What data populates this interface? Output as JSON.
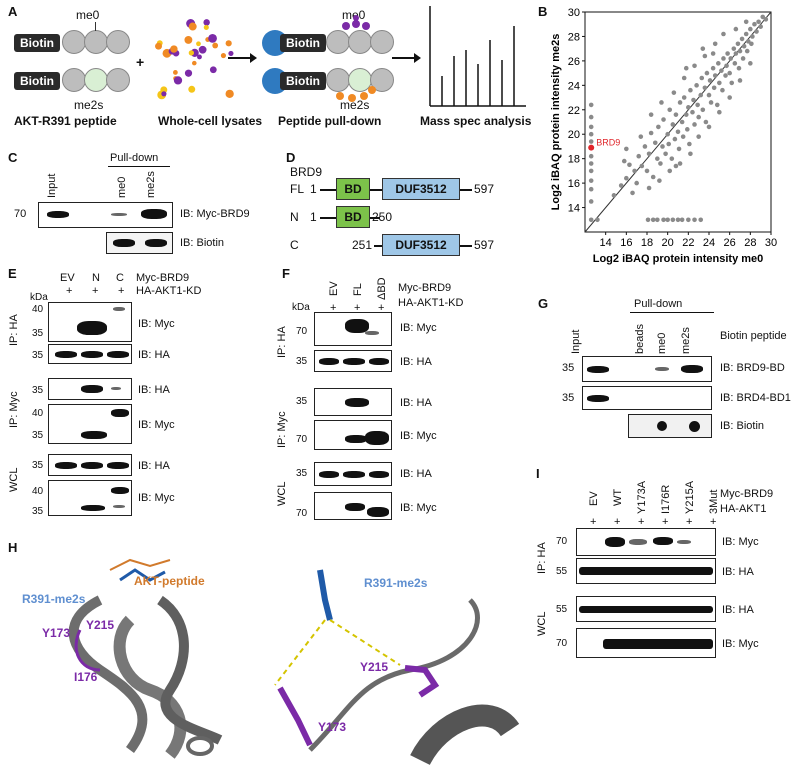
{
  "panels": {
    "A": {
      "label": "A",
      "biotin": "Biotin",
      "me0": "me0",
      "me2s": "me2s",
      "plus": "+",
      "captions": [
        "AKT-R391 peptide",
        "Whole-cell lysates",
        "Peptide pull-down",
        "Mass spec analysis"
      ]
    },
    "B": {
      "label": "B",
      "highlight": "BRD9"
    },
    "C": {
      "label": "C",
      "header": "Pull-down",
      "lanes": [
        "Input",
        "me0",
        "me2s"
      ],
      "kda": "70",
      "blots": [
        "IB: Myc-BRD9",
        "IB: Biotin"
      ]
    },
    "D": {
      "label": "D",
      "protein": "BRD9",
      "constructs": [
        {
          "name": "FL",
          "start": "1",
          "end": "597",
          "domains": [
            "BD",
            "DUF3512"
          ]
        },
        {
          "name": "N",
          "start": "1",
          "end": "250",
          "domains": [
            "BD"
          ]
        },
        {
          "name": "C",
          "start": "251",
          "end": "597",
          "domains": [
            "DUF3512"
          ]
        }
      ]
    },
    "E": {
      "label": "E",
      "lanes": [
        "EV",
        "N",
        "C"
      ],
      "rows": [
        "Myc-BRD9",
        "HA-AKT1-KD"
      ],
      "plus": "+",
      "kda": "kDa",
      "sections": [
        "IP: HA",
        "IP: Myc",
        "WCL"
      ],
      "markers": [
        "40",
        "35",
        "35",
        "35",
        "40",
        "35",
        "35",
        "40",
        "35"
      ],
      "blots": [
        "IB: Myc",
        "IB: HA",
        "IB: HA",
        "IB: Myc",
        "IB: HA",
        "IB: Myc"
      ]
    },
    "F": {
      "label": "F",
      "lanes": [
        "EV",
        "FL",
        "ΔBD"
      ],
      "rows": [
        "Myc-BRD9",
        "HA-AKT1-KD"
      ],
      "plus": "+",
      "kda": "kDa",
      "sections": [
        "IP: HA",
        "IP: Myc",
        "WCL"
      ],
      "markers": [
        "70",
        "35",
        "35",
        "70",
        "35",
        "70"
      ],
      "blots": [
        "IB: Myc",
        "IB: HA",
        "IB: HA",
        "IB: Myc",
        "IB: HA",
        "IB: Myc"
      ]
    },
    "G": {
      "label": "G",
      "header": "Pull-down",
      "lanes": [
        "Input",
        "beads",
        "me0",
        "me2s"
      ],
      "side": "Biotin peptide",
      "markers": [
        "35",
        "35"
      ],
      "blots": [
        "IB: BRD9-BD",
        "IB: BRD4-BD1",
        "IB: Biotin"
      ]
    },
    "H": {
      "label": "H",
      "peptide": "AKT-peptide",
      "r391": "R391-me2s",
      "residues": [
        "Y173",
        "Y215",
        "I176"
      ]
    },
    "I": {
      "label": "I",
      "lanes": [
        "EV",
        "WT",
        "Y173A",
        "I176R",
        "Y215A",
        "3Mut"
      ],
      "rows": [
        "Myc-BRD9",
        "HA-AKT1"
      ],
      "plus": "+",
      "sections": [
        "IP: HA",
        "WCL"
      ],
      "markers": [
        "70",
        "55",
        "55",
        "70"
      ],
      "blots": [
        "IB: Myc",
        "IB: HA",
        "IB: HA",
        "IB: Myc"
      ]
    }
  },
  "chart_data": {
    "type": "scatter",
    "xlabel": "Log2 iBAQ protein intensity me0",
    "ylabel": "Log2 iBAQ protein intensity me2s",
    "xlim": [
      12,
      30
    ],
    "ylim": [
      12,
      30
    ],
    "xticks": [
      "14",
      "16",
      "18",
      "20",
      "22",
      "24",
      "26",
      "28",
      "30"
    ],
    "yticks": [
      "14",
      "16",
      "18",
      "20",
      "22",
      "24",
      "26",
      "28",
      "30"
    ],
    "diagonal": true,
    "highlight": {
      "name": "BRD9",
      "x": 12.6,
      "y": 18.9,
      "color": "#e0262b"
    },
    "point_color": "#8a8a8a",
    "series": [
      {
        "points": [
          [
            12.6,
            13.0
          ],
          [
            12.6,
            14.5
          ],
          [
            12.6,
            15.5
          ],
          [
            12.6,
            16.2
          ],
          [
            12.6,
            17.0
          ],
          [
            12.6,
            17.6
          ],
          [
            12.6,
            18.2
          ],
          [
            12.6,
            19.4
          ],
          [
            12.6,
            20.0
          ],
          [
            12.6,
            20.6
          ],
          [
            12.6,
            21.4
          ],
          [
            12.6,
            22.4
          ],
          [
            13.2,
            13.0
          ],
          [
            18.1,
            13.0
          ],
          [
            18.6,
            13.0
          ],
          [
            19.0,
            13.0
          ],
          [
            19.6,
            13.0
          ],
          [
            20.0,
            13.0
          ],
          [
            20.5,
            13.0
          ],
          [
            21.0,
            13.0
          ],
          [
            21.4,
            13.0
          ],
          [
            22.0,
            13.0
          ],
          [
            22.6,
            13.0
          ],
          [
            23.2,
            13.0
          ],
          [
            14.8,
            15.0
          ],
          [
            15.5,
            15.8
          ],
          [
            16.0,
            16.4
          ],
          [
            16.3,
            17.5
          ],
          [
            16.8,
            17.0
          ],
          [
            17.0,
            16.0
          ],
          [
            17.2,
            18.2
          ],
          [
            17.5,
            17.4
          ],
          [
            17.8,
            19.0
          ],
          [
            18.0,
            17.0
          ],
          [
            18.2,
            18.4
          ],
          [
            18.4,
            20.1
          ],
          [
            18.6,
            16.5
          ],
          [
            18.8,
            19.3
          ],
          [
            19.0,
            18.0
          ],
          [
            19.1,
            20.6
          ],
          [
            19.3,
            17.6
          ],
          [
            19.5,
            19.0
          ],
          [
            19.6,
            21.2
          ],
          [
            19.8,
            18.4
          ],
          [
            20.0,
            20.0
          ],
          [
            20.1,
            19.2
          ],
          [
            20.2,
            22.0
          ],
          [
            20.4,
            18.0
          ],
          [
            20.5,
            20.8
          ],
          [
            20.7,
            19.6
          ],
          [
            20.8,
            21.6
          ],
          [
            21.0,
            20.2
          ],
          [
            21.1,
            18.8
          ],
          [
            21.2,
            22.6
          ],
          [
            21.4,
            21.0
          ],
          [
            21.5,
            19.8
          ],
          [
            21.6,
            23.0
          ],
          [
            21.8,
            21.6
          ],
          [
            21.9,
            20.4
          ],
          [
            22.0,
            22.2
          ],
          [
            22.1,
            19.2
          ],
          [
            22.2,
            23.6
          ],
          [
            22.4,
            21.8
          ],
          [
            22.5,
            22.8
          ],
          [
            22.6,
            20.8
          ],
          [
            22.8,
            24.0
          ],
          [
            22.9,
            22.4
          ],
          [
            23.0,
            21.4
          ],
          [
            23.2,
            23.2
          ],
          [
            23.3,
            24.6
          ],
          [
            23.4,
            22.0
          ],
          [
            23.6,
            23.8
          ],
          [
            23.7,
            21.0
          ],
          [
            23.8,
            25.0
          ],
          [
            24.0,
            23.2
          ],
          [
            24.1,
            24.4
          ],
          [
            24.2,
            22.6
          ],
          [
            24.4,
            25.4
          ],
          [
            24.5,
            23.8
          ],
          [
            24.6,
            24.8
          ],
          [
            24.8,
            22.4
          ],
          [
            24.9,
            25.8
          ],
          [
            25.0,
            24.2
          ],
          [
            25.2,
            25.2
          ],
          [
            25.3,
            23.6
          ],
          [
            25.4,
            26.2
          ],
          [
            25.6,
            24.8
          ],
          [
            25.7,
            25.6
          ],
          [
            25.8,
            26.6
          ],
          [
            26.0,
            25.0
          ],
          [
            26.1,
            26.2
          ],
          [
            26.2,
            24.2
          ],
          [
            26.4,
            27.0
          ],
          [
            26.5,
            25.8
          ],
          [
            26.6,
            26.6
          ],
          [
            26.8,
            27.4
          ],
          [
            26.9,
            25.4
          ],
          [
            27.0,
            26.8
          ],
          [
            27.2,
            27.8
          ],
          [
            27.3,
            26.2
          ],
          [
            27.4,
            27.2
          ],
          [
            27.6,
            28.2
          ],
          [
            27.7,
            26.8
          ],
          [
            27.8,
            27.6
          ],
          [
            28.0,
            28.6
          ],
          [
            28.1,
            27.4
          ],
          [
            28.2,
            28.0
          ],
          [
            28.4,
            29.0
          ],
          [
            28.6,
            28.4
          ],
          [
            28.8,
            29.2
          ],
          [
            29.0,
            28.8
          ],
          [
            29.2,
            29.6
          ],
          [
            29.5,
            29.4
          ],
          [
            19.4,
            22.6
          ],
          [
            20.6,
            23.4
          ],
          [
            21.6,
            24.6
          ],
          [
            22.6,
            25.6
          ],
          [
            23.6,
            26.4
          ],
          [
            24.6,
            27.4
          ],
          [
            25.4,
            28.2
          ],
          [
            18.2,
            15.6
          ],
          [
            19.2,
            16.2
          ],
          [
            20.2,
            17.0
          ],
          [
            21.2,
            17.6
          ],
          [
            22.2,
            18.4
          ],
          [
            23.0,
            19.8
          ],
          [
            24.0,
            20.6
          ],
          [
            25.0,
            21.8
          ],
          [
            26.0,
            23.0
          ],
          [
            27.0,
            24.4
          ],
          [
            28.0,
            25.8
          ],
          [
            17.4,
            19.8
          ],
          [
            18.4,
            21.6
          ],
          [
            21.8,
            25.4
          ],
          [
            23.4,
            27.0
          ],
          [
            20.8,
            17.4
          ],
          [
            16.0,
            18.8
          ],
          [
            16.6,
            15.2
          ],
          [
            15.8,
            17.8
          ],
          [
            24.4,
            26.6
          ],
          [
            26.6,
            28.6
          ],
          [
            27.6,
            29.2
          ]
        ]
      }
    ]
  }
}
